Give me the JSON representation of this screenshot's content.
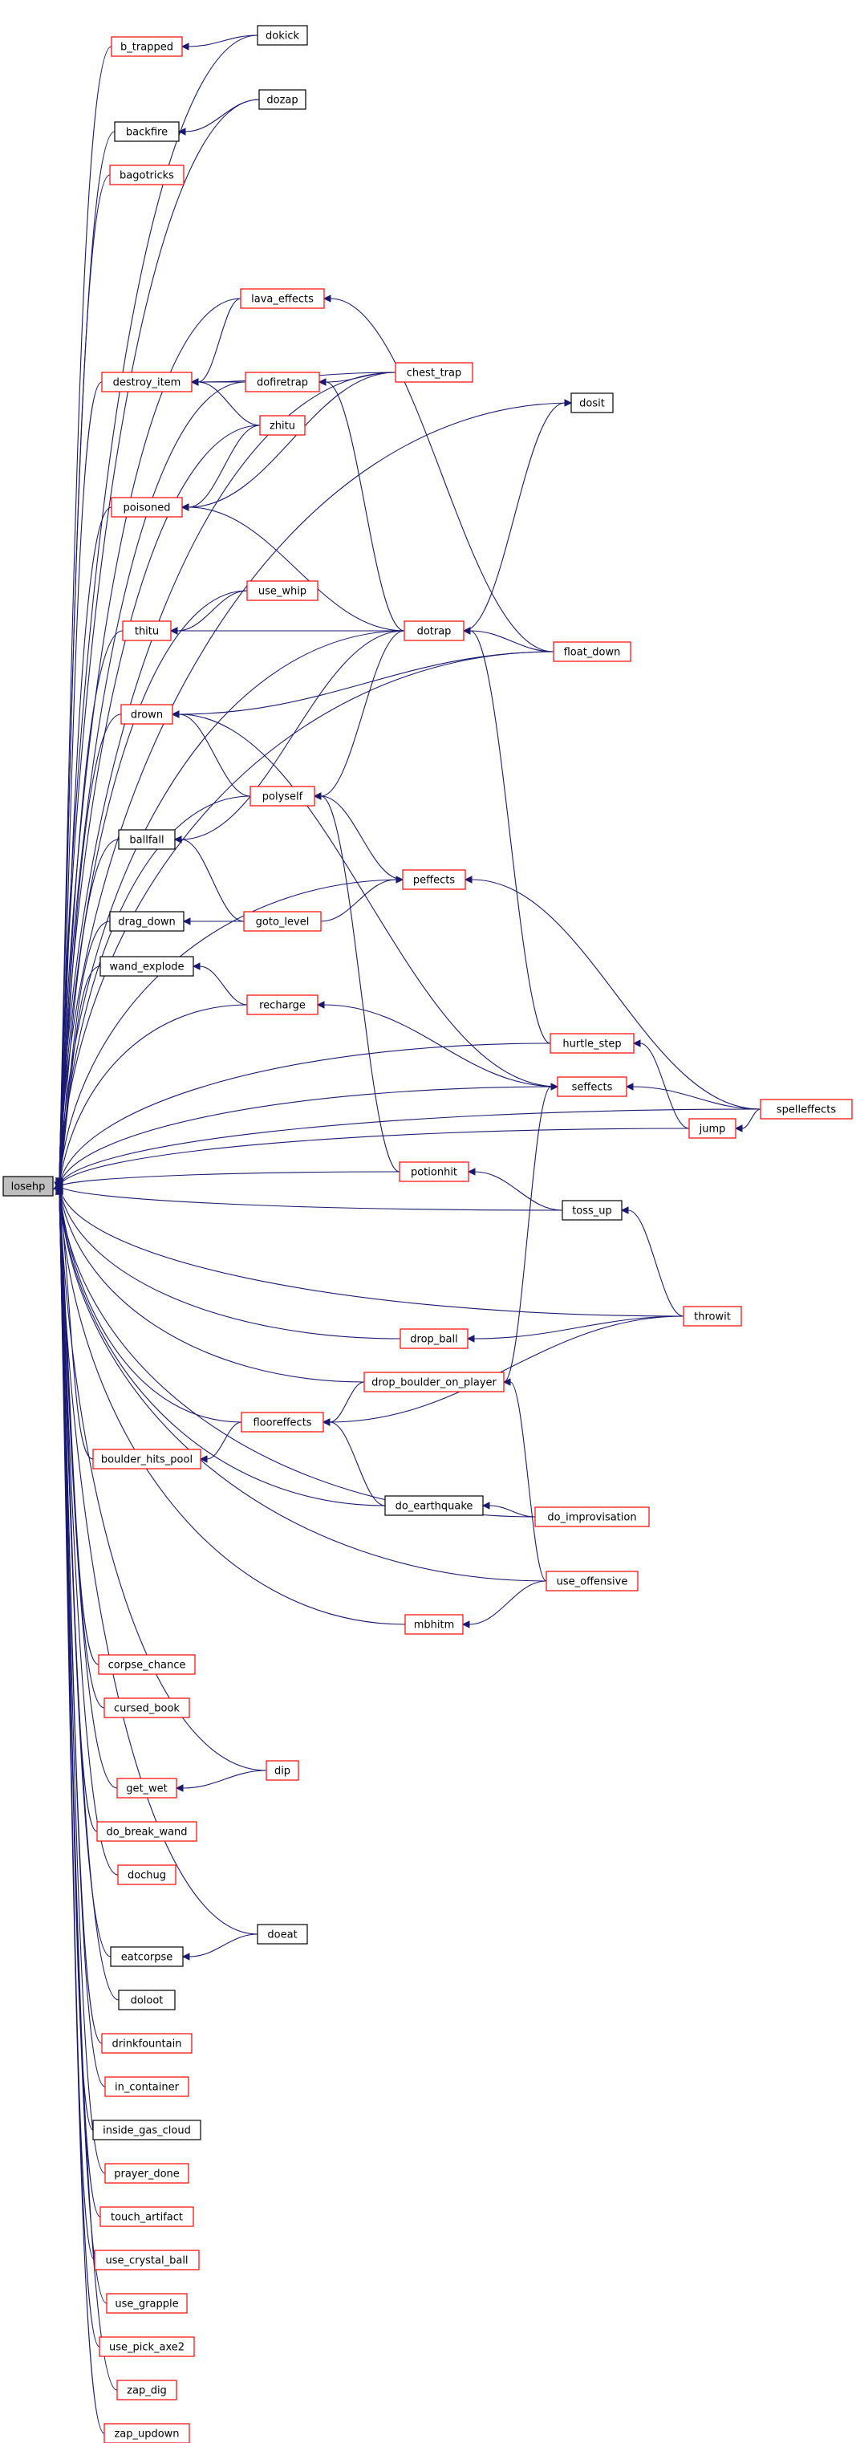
{
  "colors": {
    "edge": "#191970",
    "red_border": "#ff0000",
    "black_border": "#000000",
    "root_fill": "#bfbfbf"
  },
  "nodes": [
    {
      "id": "losehp",
      "label": "losehp",
      "border": "black",
      "root": true
    },
    {
      "id": "b_trapped",
      "label": "b_trapped",
      "border": "red"
    },
    {
      "id": "dokick",
      "label": "dokick",
      "border": "black"
    },
    {
      "id": "backfire",
      "label": "backfire",
      "border": "black"
    },
    {
      "id": "dozap",
      "label": "dozap",
      "border": "black"
    },
    {
      "id": "bagotricks",
      "label": "bagotricks",
      "border": "red"
    },
    {
      "id": "lava_effects",
      "label": "lava_effects",
      "border": "red"
    },
    {
      "id": "destroy_item",
      "label": "destroy_item",
      "border": "red"
    },
    {
      "id": "dofiretrap",
      "label": "dofiretrap",
      "border": "red"
    },
    {
      "id": "chest_trap",
      "label": "chest_trap",
      "border": "red"
    },
    {
      "id": "dosit",
      "label": "dosit",
      "border": "black"
    },
    {
      "id": "zhitu",
      "label": "zhitu",
      "border": "red"
    },
    {
      "id": "poisoned",
      "label": "poisoned",
      "border": "red"
    },
    {
      "id": "use_whip",
      "label": "use_whip",
      "border": "red"
    },
    {
      "id": "thitu",
      "label": "thitu",
      "border": "red"
    },
    {
      "id": "dotrap",
      "label": "dotrap",
      "border": "red"
    },
    {
      "id": "float_down",
      "label": "float_down",
      "border": "red"
    },
    {
      "id": "drown",
      "label": "drown",
      "border": "red"
    },
    {
      "id": "polyself",
      "label": "polyself",
      "border": "red"
    },
    {
      "id": "ballfall",
      "label": "ballfall",
      "border": "black"
    },
    {
      "id": "peffects",
      "label": "peffects",
      "border": "red"
    },
    {
      "id": "drag_down",
      "label": "drag_down",
      "border": "black"
    },
    {
      "id": "goto_level",
      "label": "goto_level",
      "border": "red"
    },
    {
      "id": "wand_explode",
      "label": "wand_explode",
      "border": "black"
    },
    {
      "id": "recharge",
      "label": "recharge",
      "border": "red"
    },
    {
      "id": "hurtle_step",
      "label": "hurtle_step",
      "border": "red"
    },
    {
      "id": "seffects",
      "label": "seffects",
      "border": "red"
    },
    {
      "id": "spelleffects",
      "label": "spelleffects",
      "border": "red"
    },
    {
      "id": "jump",
      "label": "jump",
      "border": "red"
    },
    {
      "id": "potionhit",
      "label": "potionhit",
      "border": "red"
    },
    {
      "id": "toss_up",
      "label": "toss_up",
      "border": "black"
    },
    {
      "id": "throwit",
      "label": "throwit",
      "border": "red"
    },
    {
      "id": "drop_ball",
      "label": "drop_ball",
      "border": "red"
    },
    {
      "id": "drop_boulder_on_player",
      "label": "drop_boulder_on_player",
      "border": "red"
    },
    {
      "id": "flooreffects",
      "label": "flooreffects",
      "border": "red"
    },
    {
      "id": "boulder_hits_pool",
      "label": "boulder_hits_pool",
      "border": "red"
    },
    {
      "id": "do_earthquake",
      "label": "do_earthquake",
      "border": "black"
    },
    {
      "id": "do_improvisation",
      "label": "do_improvisation",
      "border": "red"
    },
    {
      "id": "use_offensive",
      "label": "use_offensive",
      "border": "red"
    },
    {
      "id": "mbhitm",
      "label": "mbhitm",
      "border": "red"
    },
    {
      "id": "corpse_chance",
      "label": "corpse_chance",
      "border": "red"
    },
    {
      "id": "cursed_book",
      "label": "cursed_book",
      "border": "red"
    },
    {
      "id": "dip",
      "label": "dip",
      "border": "red"
    },
    {
      "id": "get_wet",
      "label": "get_wet",
      "border": "red"
    },
    {
      "id": "do_break_wand",
      "label": "do_break_wand",
      "border": "red"
    },
    {
      "id": "dochug",
      "label": "dochug",
      "border": "red"
    },
    {
      "id": "doeat",
      "label": "doeat",
      "border": "black"
    },
    {
      "id": "eatcorpse",
      "label": "eatcorpse",
      "border": "black"
    },
    {
      "id": "doloot",
      "label": "doloot",
      "border": "black"
    },
    {
      "id": "drinkfountain",
      "label": "drinkfountain",
      "border": "red"
    },
    {
      "id": "in_container",
      "label": "in_container",
      "border": "red"
    },
    {
      "id": "inside_gas_cloud",
      "label": "inside_gas_cloud",
      "border": "black"
    },
    {
      "id": "prayer_done",
      "label": "prayer_done",
      "border": "red"
    },
    {
      "id": "touch_artifact",
      "label": "touch_artifact",
      "border": "red"
    },
    {
      "id": "use_crystal_ball",
      "label": "use_crystal_ball",
      "border": "red"
    },
    {
      "id": "use_grapple",
      "label": "use_grapple",
      "border": "red"
    },
    {
      "id": "use_pick_axe2",
      "label": "use_pick_axe2",
      "border": "red"
    },
    {
      "id": "zap_dig",
      "label": "zap_dig",
      "border": "red"
    },
    {
      "id": "zap_updown",
      "label": "zap_updown",
      "border": "red"
    }
  ],
  "edges": [
    [
      "b_trapped",
      "losehp"
    ],
    [
      "dokick",
      "b_trapped"
    ],
    [
      "dokick",
      "losehp"
    ],
    [
      "backfire",
      "losehp"
    ],
    [
      "dozap",
      "backfire"
    ],
    [
      "dozap",
      "losehp"
    ],
    [
      "bagotricks",
      "losehp"
    ],
    [
      "lava_effects",
      "losehp"
    ],
    [
      "lava_effects",
      "destroy_item"
    ],
    [
      "float_down",
      "lava_effects"
    ],
    [
      "destroy_item",
      "losehp"
    ],
    [
      "dofiretrap",
      "destroy_item"
    ],
    [
      "chest_trap",
      "destroy_item"
    ],
    [
      "zhitu",
      "destroy_item"
    ],
    [
      "dofiretrap",
      "losehp"
    ],
    [
      "chest_trap",
      "dofiretrap"
    ],
    [
      "dotrap",
      "dofiretrap"
    ],
    [
      "chest_trap",
      "losehp"
    ],
    [
      "chest_trap",
      "poisoned"
    ],
    [
      "dosit",
      "losehp"
    ],
    [
      "dotrap",
      "dosit"
    ],
    [
      "zhitu",
      "losehp"
    ],
    [
      "zhitu",
      "poisoned"
    ],
    [
      "poisoned",
      "losehp"
    ],
    [
      "dotrap",
      "poisoned"
    ],
    [
      "use_whip",
      "losehp"
    ],
    [
      "use_whip",
      "thitu"
    ],
    [
      "thitu",
      "losehp"
    ],
    [
      "dotrap",
      "thitu"
    ],
    [
      "dotrap",
      "losehp"
    ],
    [
      "float_down",
      "dotrap"
    ],
    [
      "hurtle_step",
      "dotrap"
    ],
    [
      "float_down",
      "losehp"
    ],
    [
      "float_down",
      "drown"
    ],
    [
      "drown",
      "losehp"
    ],
    [
      "polyself",
      "drown"
    ],
    [
      "seffects",
      "drown"
    ],
    [
      "polyself",
      "losehp"
    ],
    [
      "dotrap",
      "polyself"
    ],
    [
      "peffects",
      "polyself"
    ],
    [
      "potionhit",
      "polyself"
    ],
    [
      "ballfall",
      "losehp"
    ],
    [
      "dotrap",
      "ballfall"
    ],
    [
      "goto_level",
      "ballfall"
    ],
    [
      "peffects",
      "losehp"
    ],
    [
      "goto_level",
      "peffects"
    ],
    [
      "spelleffects",
      "peffects"
    ],
    [
      "drag_down",
      "losehp"
    ],
    [
      "goto_level",
      "drag_down"
    ],
    [
      "wand_explode",
      "losehp"
    ],
    [
      "recharge",
      "wand_explode"
    ],
    [
      "recharge",
      "losehp"
    ],
    [
      "seffects",
      "recharge"
    ],
    [
      "hurtle_step",
      "losehp"
    ],
    [
      "jump",
      "hurtle_step"
    ],
    [
      "seffects",
      "losehp"
    ],
    [
      "spelleffects",
      "seffects"
    ],
    [
      "drop_boulder_on_player",
      "seffects"
    ],
    [
      "spelleffects",
      "losehp"
    ],
    [
      "spelleffects",
      "jump"
    ],
    [
      "jump",
      "losehp"
    ],
    [
      "potionhit",
      "losehp"
    ],
    [
      "toss_up",
      "potionhit"
    ],
    [
      "toss_up",
      "losehp"
    ],
    [
      "throwit",
      "toss_up"
    ],
    [
      "throwit",
      "losehp"
    ],
    [
      "throwit",
      "drop_ball"
    ],
    [
      "throwit",
      "flooreffects"
    ],
    [
      "drop_ball",
      "losehp"
    ],
    [
      "drop_boulder_on_player",
      "losehp"
    ],
    [
      "drop_boulder_on_player",
      "flooreffects"
    ],
    [
      "use_offensive",
      "drop_boulder_on_player"
    ],
    [
      "flooreffects",
      "losehp"
    ],
    [
      "flooreffects",
      "boulder_hits_pool"
    ],
    [
      "do_earthquake",
      "flooreffects"
    ],
    [
      "boulder_hits_pool",
      "losehp"
    ],
    [
      "do_earthquake",
      "losehp"
    ],
    [
      "do_improvisation",
      "do_earthquake"
    ],
    [
      "do_improvisation",
      "losehp"
    ],
    [
      "use_offensive",
      "losehp"
    ],
    [
      "use_offensive",
      "mbhitm"
    ],
    [
      "mbhitm",
      "losehp"
    ],
    [
      "corpse_chance",
      "losehp"
    ],
    [
      "cursed_book",
      "losehp"
    ],
    [
      "dip",
      "losehp"
    ],
    [
      "dip",
      "get_wet"
    ],
    [
      "get_wet",
      "losehp"
    ],
    [
      "do_break_wand",
      "losehp"
    ],
    [
      "dochug",
      "losehp"
    ],
    [
      "doeat",
      "losehp"
    ],
    [
      "doeat",
      "eatcorpse"
    ],
    [
      "eatcorpse",
      "losehp"
    ],
    [
      "doloot",
      "losehp"
    ],
    [
      "drinkfountain",
      "losehp"
    ],
    [
      "in_container",
      "losehp"
    ],
    [
      "inside_gas_cloud",
      "losehp"
    ],
    [
      "prayer_done",
      "losehp"
    ],
    [
      "touch_artifact",
      "losehp"
    ],
    [
      "use_crystal_ball",
      "losehp"
    ],
    [
      "use_grapple",
      "losehp"
    ],
    [
      "use_pick_axe2",
      "losehp"
    ],
    [
      "zap_dig",
      "losehp"
    ],
    [
      "zap_updown",
      "losehp"
    ]
  ]
}
